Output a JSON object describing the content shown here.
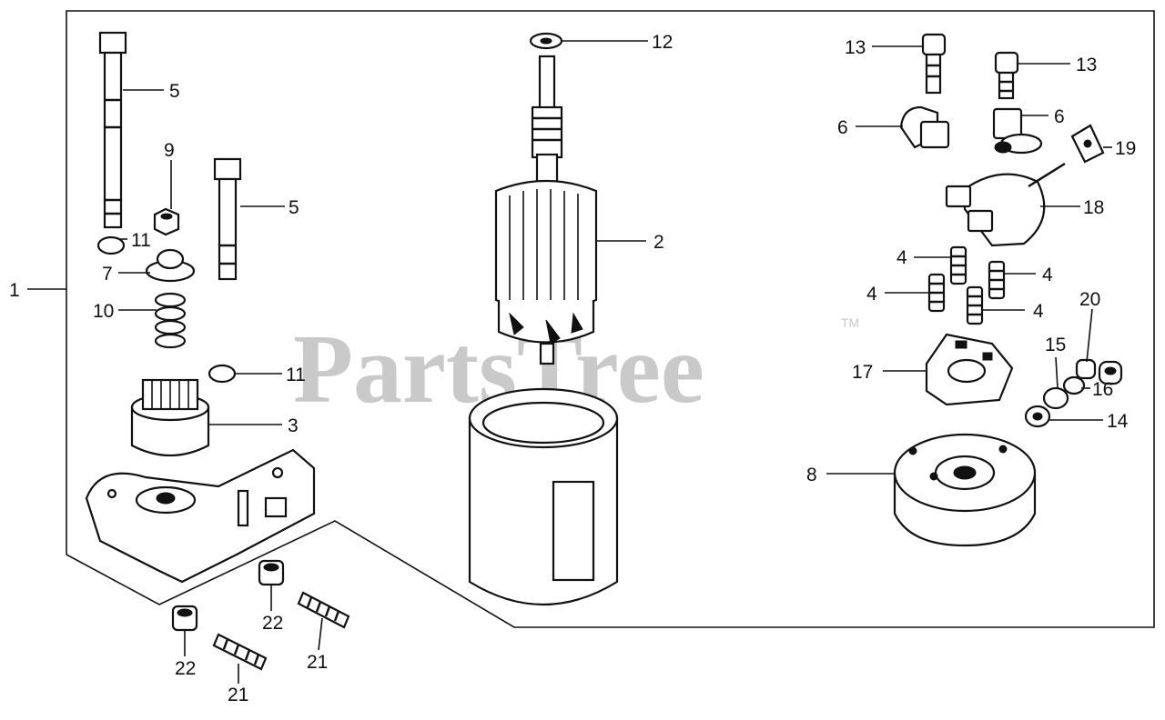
{
  "watermark": {
    "text": "PartsTree",
    "trademark": "TM"
  },
  "callouts": {
    "c1": "1",
    "c2": "2",
    "c3": "3",
    "c4a": "4",
    "c4b": "4",
    "c4c": "4",
    "c4d": "4",
    "c5a": "5",
    "c5b": "5",
    "c6a": "6",
    "c6b": "6",
    "c7": "7",
    "c8": "8",
    "c9": "9",
    "c10": "10",
    "c11a": "11",
    "c11b": "11",
    "c12": "12",
    "c13a": "13",
    "c13b": "13",
    "c14": "14",
    "c15": "15",
    "c16": "16",
    "c17": "17",
    "c18": "18",
    "c19": "19",
    "c20": "20",
    "c21a": "21",
    "c21b": "21",
    "c22a": "22",
    "c22b": "22"
  }
}
